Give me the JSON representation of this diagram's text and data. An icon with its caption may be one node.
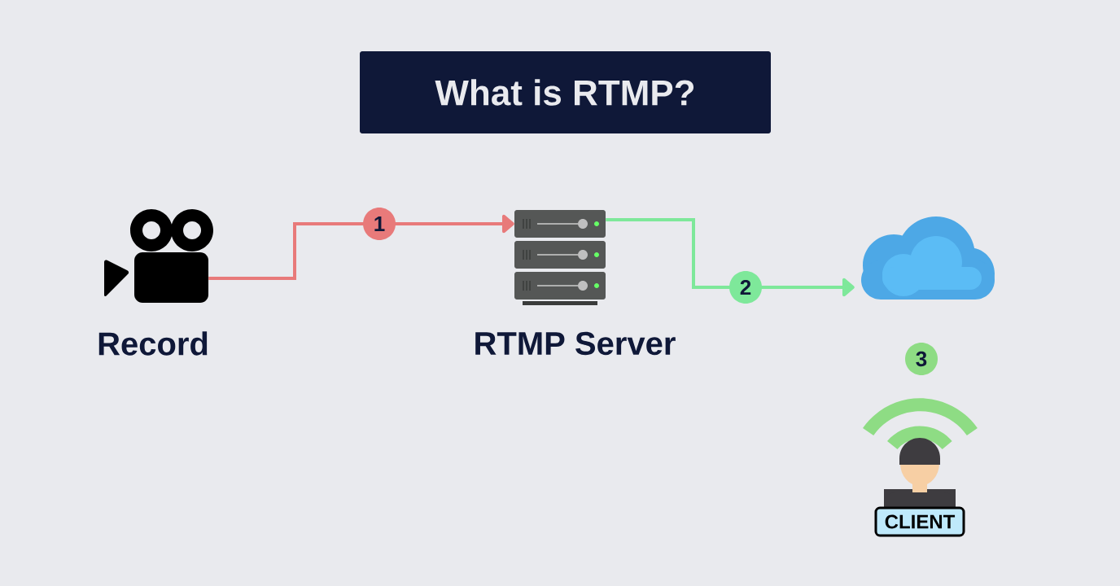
{
  "diagram": {
    "title": "What is RTMP?",
    "nodes": [
      {
        "text": [],
        "shape": "picture",
        "beside": [
          "Record"
        ]
      },
      {
        "text": [],
        "shape": "picture",
        "beside": [
          "RTMP Server"
        ]
      },
      {
        "text": [],
        "shape": "cloud"
      },
      {
        "text": [
          "CLIENT"
        ]
      }
    ],
    "labels": [
      "3"
    ],
    "edges": [
      {
        "from": 0,
        "to": 1,
        "arrow": "to",
        "label": "1",
        "color": "#e87a7a"
      },
      {
        "from": 1,
        "to": 2,
        "arrow": "to",
        "label": "2",
        "color": "#7ee89a"
      }
    ]
  }
}
